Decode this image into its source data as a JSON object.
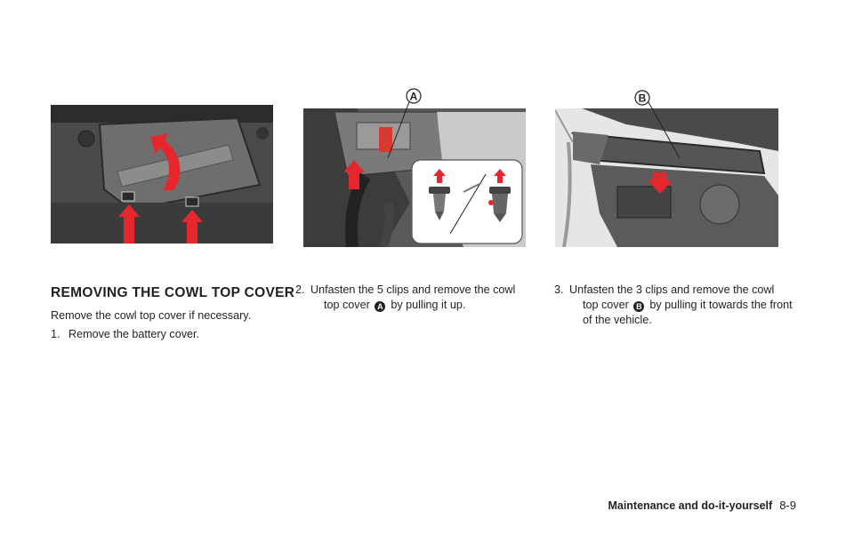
{
  "section": {
    "heading": "REMOVING THE COWL TOP COVER",
    "intro": "Remove the cowl top cover if necessary.",
    "steps": [
      {
        "num": "1.",
        "line1": "Remove the battery cover."
      },
      {
        "num": "2.",
        "line1": "Unfasten the 5 clips and remove the cowl",
        "line2_pre": "top cover",
        "badge": "A",
        "line2_post": "by pulling it up."
      },
      {
        "num": "3.",
        "line1": "Unfasten the 3 clips and remove the cowl",
        "line2_pre": "top cover",
        "badge": "B",
        "line2_post": "by pulling it towards the front",
        "line3": "of the vehicle."
      }
    ]
  },
  "figures": {
    "fig2_callout": "A",
    "fig3_callout": "B"
  },
  "footer": {
    "title": "Maintenance and do-it-yourself",
    "page": "8-9"
  },
  "colors": {
    "arrow_red": "#e5262d",
    "photo_dark": "#3a3a3a",
    "text": "#231f20"
  }
}
